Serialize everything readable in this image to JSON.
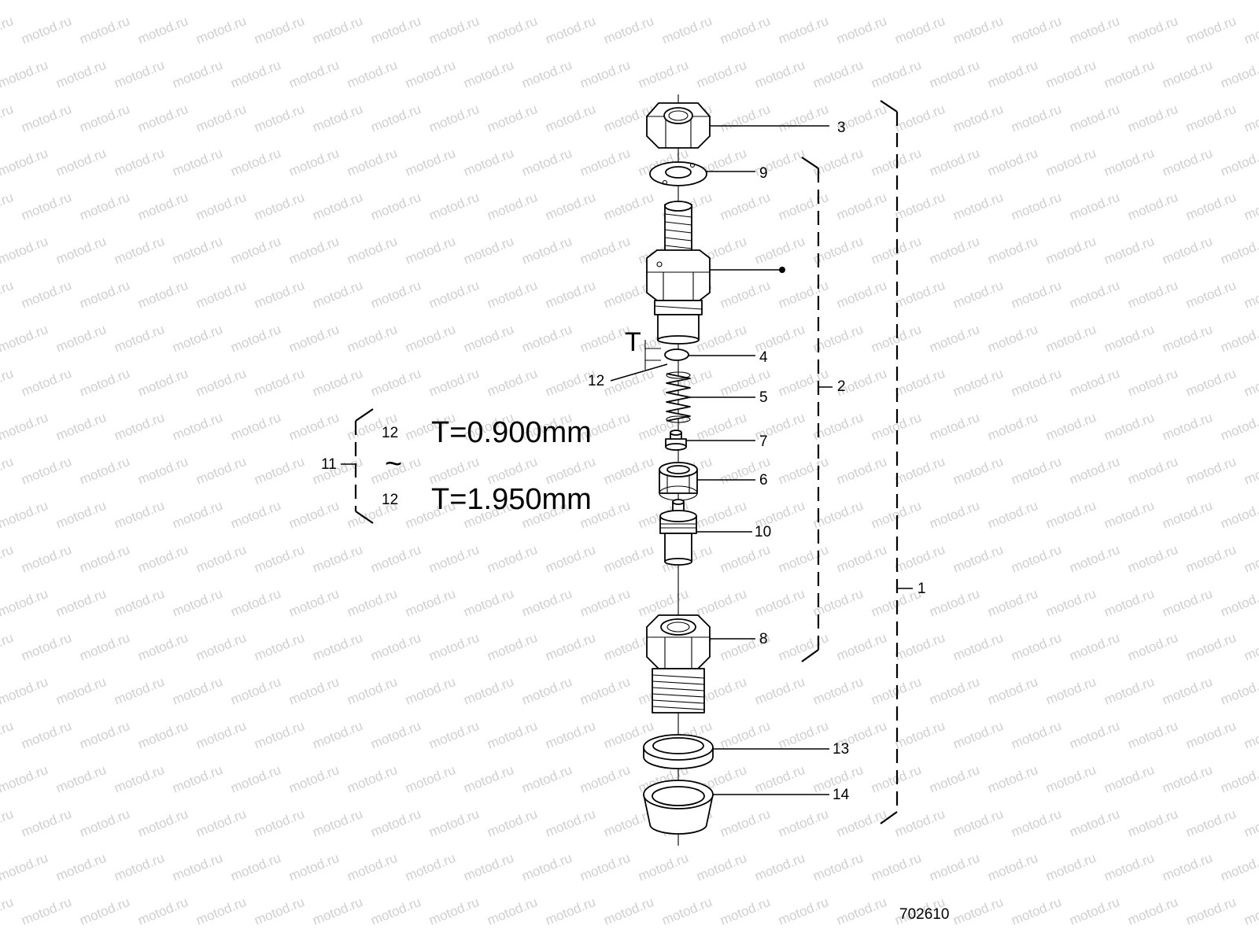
{
  "watermark": {
    "text": "motod.ru",
    "color": "#cfcfcf"
  },
  "callouts": {
    "c1": "1",
    "c2": "2",
    "c3": "3",
    "c4": "4",
    "c5": "5",
    "c6": "6",
    "c7": "7",
    "c8": "8",
    "c9": "9",
    "c10": "10",
    "c11": "11",
    "c12": "12",
    "c13": "13",
    "c14": "14"
  },
  "shim_group": {
    "top_label": "12",
    "bottom_label": "12",
    "min_thickness": "T=0.900mm",
    "max_thickness": "T=1.950mm",
    "range_symbol": "~"
  },
  "thickness_symbol": "T",
  "drawing_number": "702610"
}
